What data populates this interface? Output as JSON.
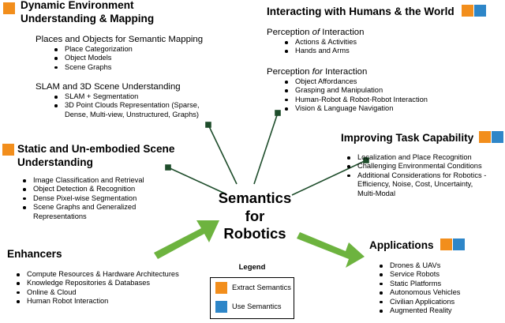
{
  "center": {
    "line1": "Semantics",
    "line2": "for",
    "line3": "Robotics"
  },
  "dynamic": {
    "title_line1": "Dynamic Environment",
    "title_line2": "Understanding & Mapping",
    "group1_title": "Places and Objects for Semantic Mapping",
    "group1_items": [
      "Place Categorization",
      "Object Models",
      "Scene Graphs"
    ],
    "group2_title": "SLAM and 3D Scene Understanding",
    "group2_items": [
      "SLAM + Segmentation",
      "3D Point Clouds Representation (Sparse, Dense, Multi-view, Unstructured, Graphs)"
    ]
  },
  "static": {
    "title_line1": "Static and Un-embodied Scene",
    "title_line2": "Understanding",
    "items": [
      "Image Classification and Retrieval",
      "Object Detection & Recognition",
      "Dense Pixel-wise Segmentation",
      "Scene Graphs and Generalized Representations"
    ]
  },
  "enhancers": {
    "title": "Enhancers",
    "items": [
      "Compute Resources & Hardware Architectures",
      "Knowledge Repositories & Databases",
      "Online & Cloud",
      "Human Robot Interaction"
    ]
  },
  "interacting": {
    "title": "Interacting with Humans & the World",
    "group1_prefix": "Perception ",
    "group1_em": "of",
    "group1_suffix": " Interaction",
    "group1_items": [
      "Actions & Activities",
      "Hands and Arms"
    ],
    "group2_prefix": "Perception ",
    "group2_em": "for",
    "group2_suffix": " Interaction",
    "group2_items": [
      "Object Affordances",
      "Grasping and Manipulation",
      "Human-Robot & Robot-Robot Interaction",
      "Vision & Language Navigation"
    ]
  },
  "task": {
    "title": "Improving Task Capability",
    "items": [
      "Localization and Place Recognition",
      "Challenging Environmental Conditions",
      "Additional Considerations for Robotics - Efficiency, Noise, Cost, Uncertainty, Multi-Modal"
    ]
  },
  "applications": {
    "title": "Applications",
    "items": [
      "Drones & UAVs",
      "Service Robots",
      "Static Platforms",
      "Autonomous Vehicles",
      "Civilian Applications",
      "Augmented Reality"
    ]
  },
  "legend": {
    "title": "Legend",
    "extract_label": "Extract Semantics",
    "use_label": "Use Semantics"
  },
  "colors": {
    "extract": "#F28E1C",
    "use": "#2E86C8",
    "arrow": "#6DB33F",
    "connector": "#1E4D2B"
  }
}
